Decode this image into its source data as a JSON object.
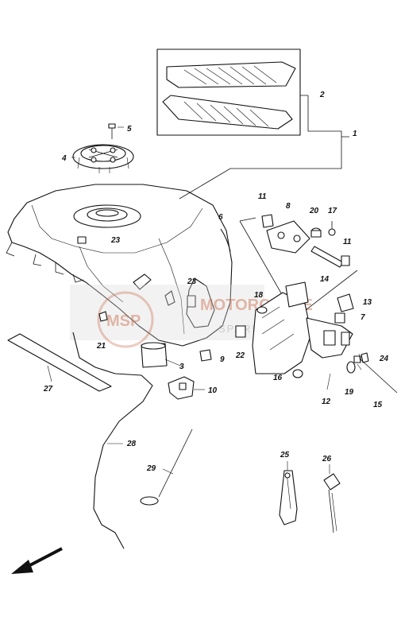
{
  "diagram": {
    "labels": {
      "l1": "1",
      "l2": "2",
      "l3": "3",
      "l4": "4",
      "l5": "5",
      "l6": "6",
      "l7": "7",
      "l8": "8",
      "l9": "9",
      "l10": "10",
      "l11a": "11",
      "l11b": "11",
      "l12": "12",
      "l13": "13",
      "l14": "14",
      "l15": "15",
      "l16": "16",
      "l17": "17",
      "l18": "18",
      "l19": "19",
      "l20": "20",
      "l21": "21",
      "l22": "22",
      "l23a": "23",
      "l23b": "23",
      "l24": "24",
      "l25": "25",
      "l26": "26",
      "l27": "27",
      "l28": "28",
      "l29": "29"
    }
  },
  "watermark": {
    "logo": "MSP",
    "title": "MOTORCYCLE",
    "subtitle": "SPARE PARTS",
    "color": "#c96a4a"
  },
  "colors": {
    "ink": "#111111",
    "background": "#ffffff"
  }
}
